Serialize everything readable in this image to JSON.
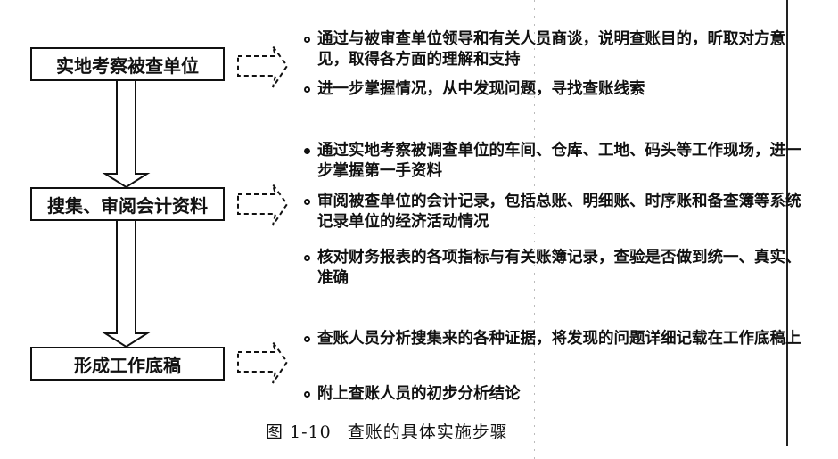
{
  "steps": [
    {
      "label": "实地考察被查单位",
      "details": [
        "通过与被审查单位领导和有关人员商谈，说明查账目的，昕取对方意见，取得各方面的理解和支持",
        "进一步掌握情况，从中发现问题，寻找查账线索"
      ]
    },
    {
      "label": "搜集、审阅会计资料",
      "details": [
        "通过实地考察被调查单位的车间、仓库、工地、码头等工作现场，进一步掌握第一手资料",
        "审阅被查单位的会计记录，包括总账、明细账、时序账和备查簿等系统记录单位的经济活动情况",
        "核对财务报表的各项指标与有关账簿记录，查验是否做到统一、真实、准确"
      ]
    },
    {
      "label": "形成工作底稿",
      "details": [
        "查账人员分析搜集来的各种证据，将发现的问题详细记载在工作底稿上",
        "附上查账人员的初步分析结论"
      ]
    }
  ],
  "caption": {
    "number": "图 1-10",
    "title": "查账的具体实施步骤"
  }
}
